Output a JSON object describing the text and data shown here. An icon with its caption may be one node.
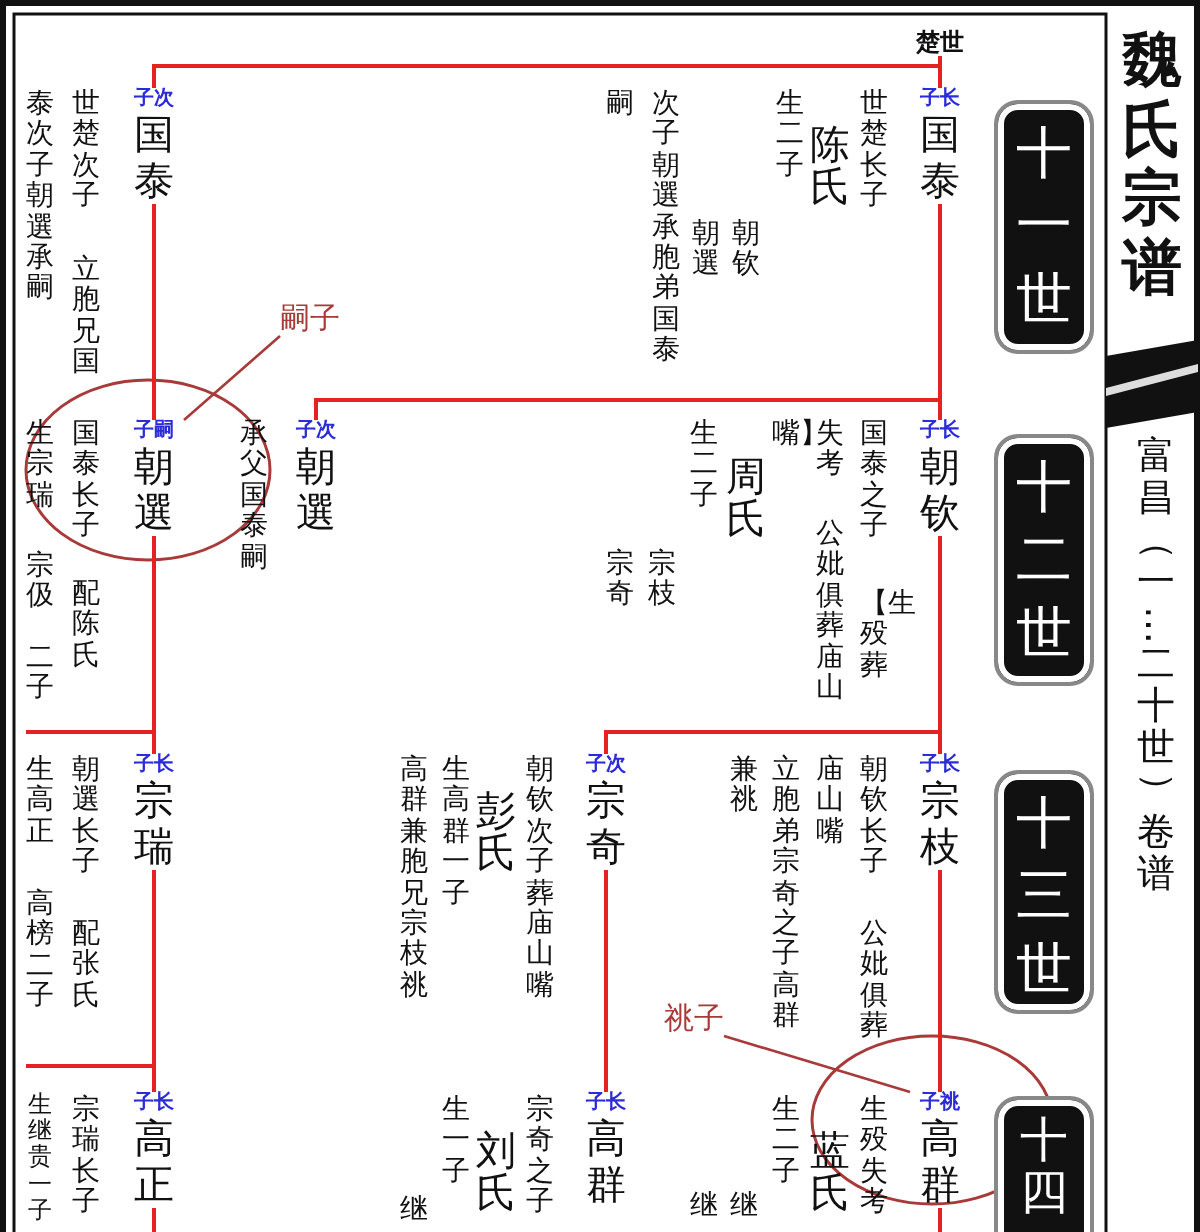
{
  "diagram": {
    "title": "魏氏宗谱",
    "nodes": [
      {
        "text": [
          "楚世"
        ]
      },
      {
        "text": [
          "子长",
          "国泰"
        ],
        "beside": [
          "世楚长子",
          "陈氏",
          "生二子",
          "朝钦",
          "朝選",
          "次子朝選承胞弟国泰",
          "嗣"
        ]
      },
      {
        "text": [
          "子次",
          "国泰"
        ],
        "beside": [
          "世楚次子",
          "立胞兄国",
          "泰次子朝選承嗣"
        ]
      },
      {
        "text": [
          "子长",
          "朝钦"
        ],
        "beside": [
          "国泰之子",
          "【生殁葬",
          "失考",
          "公妣俱葬庙山",
          "嘴】",
          "周氏",
          "生二子",
          "宗枝",
          "宗奇"
        ]
      },
      {
        "text": [
          "子次",
          "朝選"
        ],
        "beside": [
          "承父国泰嗣"
        ]
      },
      {
        "text": [
          "子嗣",
          "朝選"
        ],
        "beside": [
          "国泰长子",
          "配陈氏",
          "生宗瑞",
          "宗伋",
          "二子"
        ]
      },
      {
        "text": [
          "子长",
          "宗枝"
        ],
        "beside": [
          "朝钦长子",
          "公妣俱葬",
          "庙山嘴",
          "立胞弟宗奇之子高群",
          "兼祧"
        ]
      },
      {
        "text": [
          "子次",
          "宗奇"
        ],
        "beside": [
          "朝钦次子葬庙山嘴",
          "彭氏",
          "生高群一子",
          "高群兼胞兄宗枝祧"
        ]
      },
      {
        "text": [
          "子长",
          "宗瑞"
        ],
        "beside": [
          "朝選长子",
          "配张氏",
          "生高正",
          "高榜二子"
        ]
      },
      {
        "text": [
          "子祧",
          "高群"
        ],
        "beside": [
          "生殁失考",
          "蓝氏",
          "生二子",
          "继",
          "继"
        ]
      },
      {
        "text": [
          "子长",
          "高群"
        ],
        "beside": [
          "宗奇之子",
          "刘氏",
          "生一子",
          "继"
        ]
      },
      {
        "text": [
          "子长",
          "高正"
        ],
        "beside": [
          "宗瑞长子",
          "生继贵一子"
        ]
      },
      {
        "text": [
          "十一世"
        ]
      },
      {
        "text": [
          "十二世"
        ]
      },
      {
        "text": [
          "十三世"
        ]
      },
      {
        "text": [
          "十四"
        ]
      },
      {
        "text": [
          "嗣子"
        ]
      },
      {
        "text": [
          "祧子"
        ]
      }
    ],
    "edges": [
      {
        "from": 0,
        "to": 1,
        "arrow": "none"
      },
      {
        "from": 0,
        "to": 2,
        "arrow": "none"
      },
      {
        "from": 1,
        "to": 3,
        "arrow": "none"
      },
      {
        "from": 1,
        "to": 4,
        "arrow": "none"
      },
      {
        "from": 2,
        "to": 5,
        "arrow": "none"
      },
      {
        "from": 3,
        "to": 6,
        "arrow": "none"
      },
      {
        "from": 3,
        "to": 7,
        "arrow": "none"
      },
      {
        "from": 5,
        "to": 8,
        "arrow": "none"
      },
      {
        "from": 6,
        "to": 9,
        "arrow": "none"
      },
      {
        "from": 7,
        "to": 10,
        "arrow": "none"
      },
      {
        "from": 8,
        "to": 11,
        "arrow": "none"
      },
      {
        "from": 11,
        "to": null,
        "arrow": "none"
      },
      {
        "from": 9,
        "to": null,
        "arrow": "none"
      },
      {
        "from": 16,
        "to": 5,
        "arrow": "none",
        "color": "#a83a3a"
      },
      {
        "from": 17,
        "to": 9,
        "arrow": "none",
        "color": "#a83a3a"
      }
    ],
    "labels": [
      "富昌（一…二十世）卷谱"
    ]
  }
}
